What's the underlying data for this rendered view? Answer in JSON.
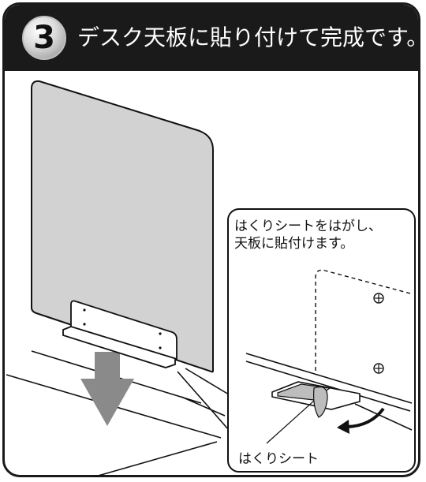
{
  "header": {
    "step_number": "3",
    "title": "デスク天板に貼り付けて完成です。"
  },
  "callout": {
    "line1": "はくりシートをはがし、",
    "line2": "天板に貼付けます。"
  },
  "sheet_label": "はくりシート",
  "colors": {
    "header_bg": "#1a1a1a",
    "panel_fill": "#d2d2d2",
    "arrow_fill": "#8a8a8a",
    "sheet_fill": "#bdbdbd"
  }
}
